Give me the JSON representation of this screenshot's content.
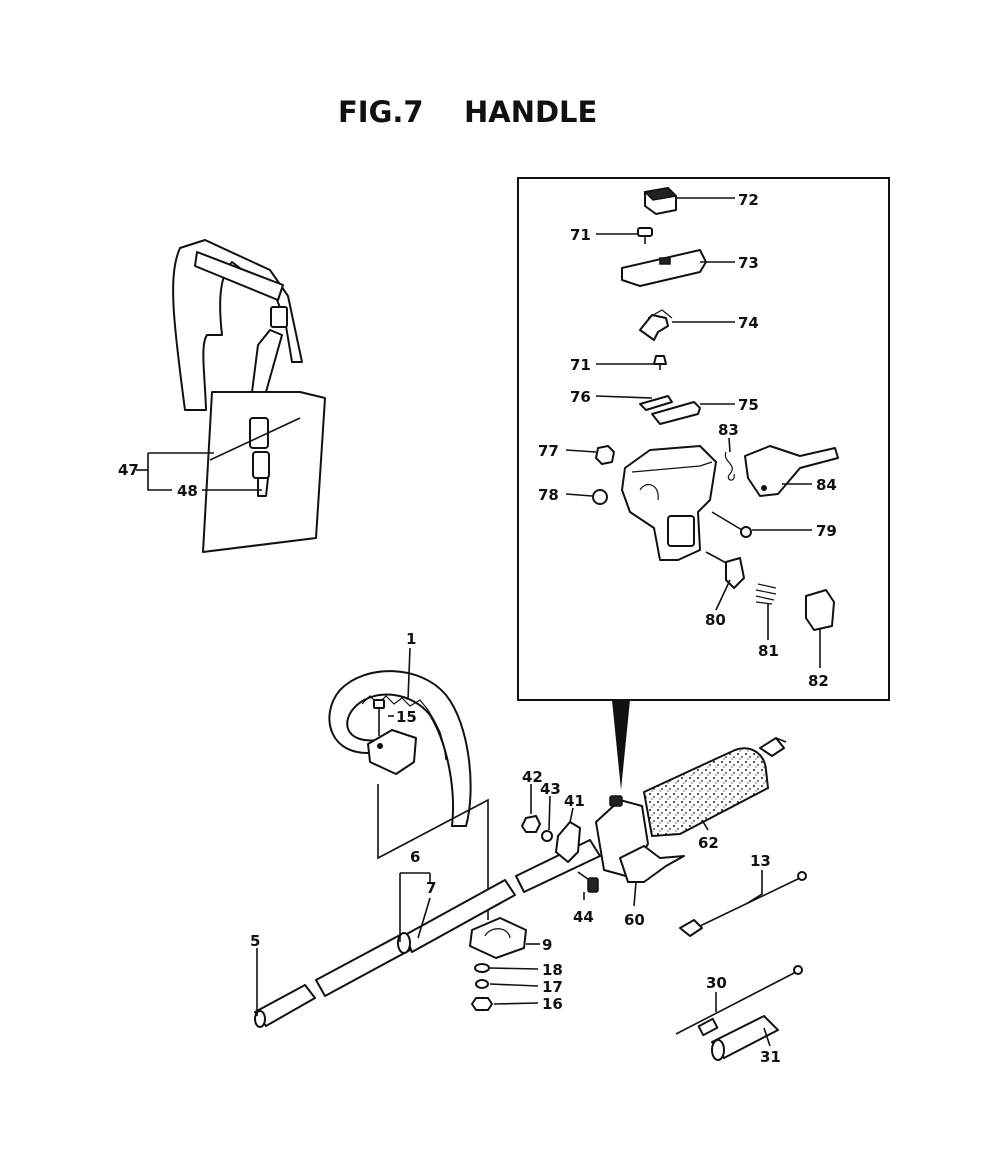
{
  "title": "FIG.7    HANDLE",
  "labels": {
    "l1": "1",
    "l5": "5",
    "l6": "6",
    "l7": "7",
    "l9": "9",
    "l13": "13",
    "l15": "15",
    "l16": "16",
    "l17": "17",
    "l18": "18",
    "l30": "30",
    "l31": "31",
    "l41": "41",
    "l42": "42",
    "l43": "43",
    "l44": "44",
    "l47": "47",
    "l48": "48",
    "l60": "60",
    "l62": "62",
    "l71a": "71",
    "l71b": "71",
    "l72": "72",
    "l73": "73",
    "l74": "74",
    "l75": "75",
    "l76": "76",
    "l77": "77",
    "l78": "78",
    "l79": "79",
    "l80": "80",
    "l81": "81",
    "l82": "82",
    "l83": "83",
    "l84": "84"
  }
}
